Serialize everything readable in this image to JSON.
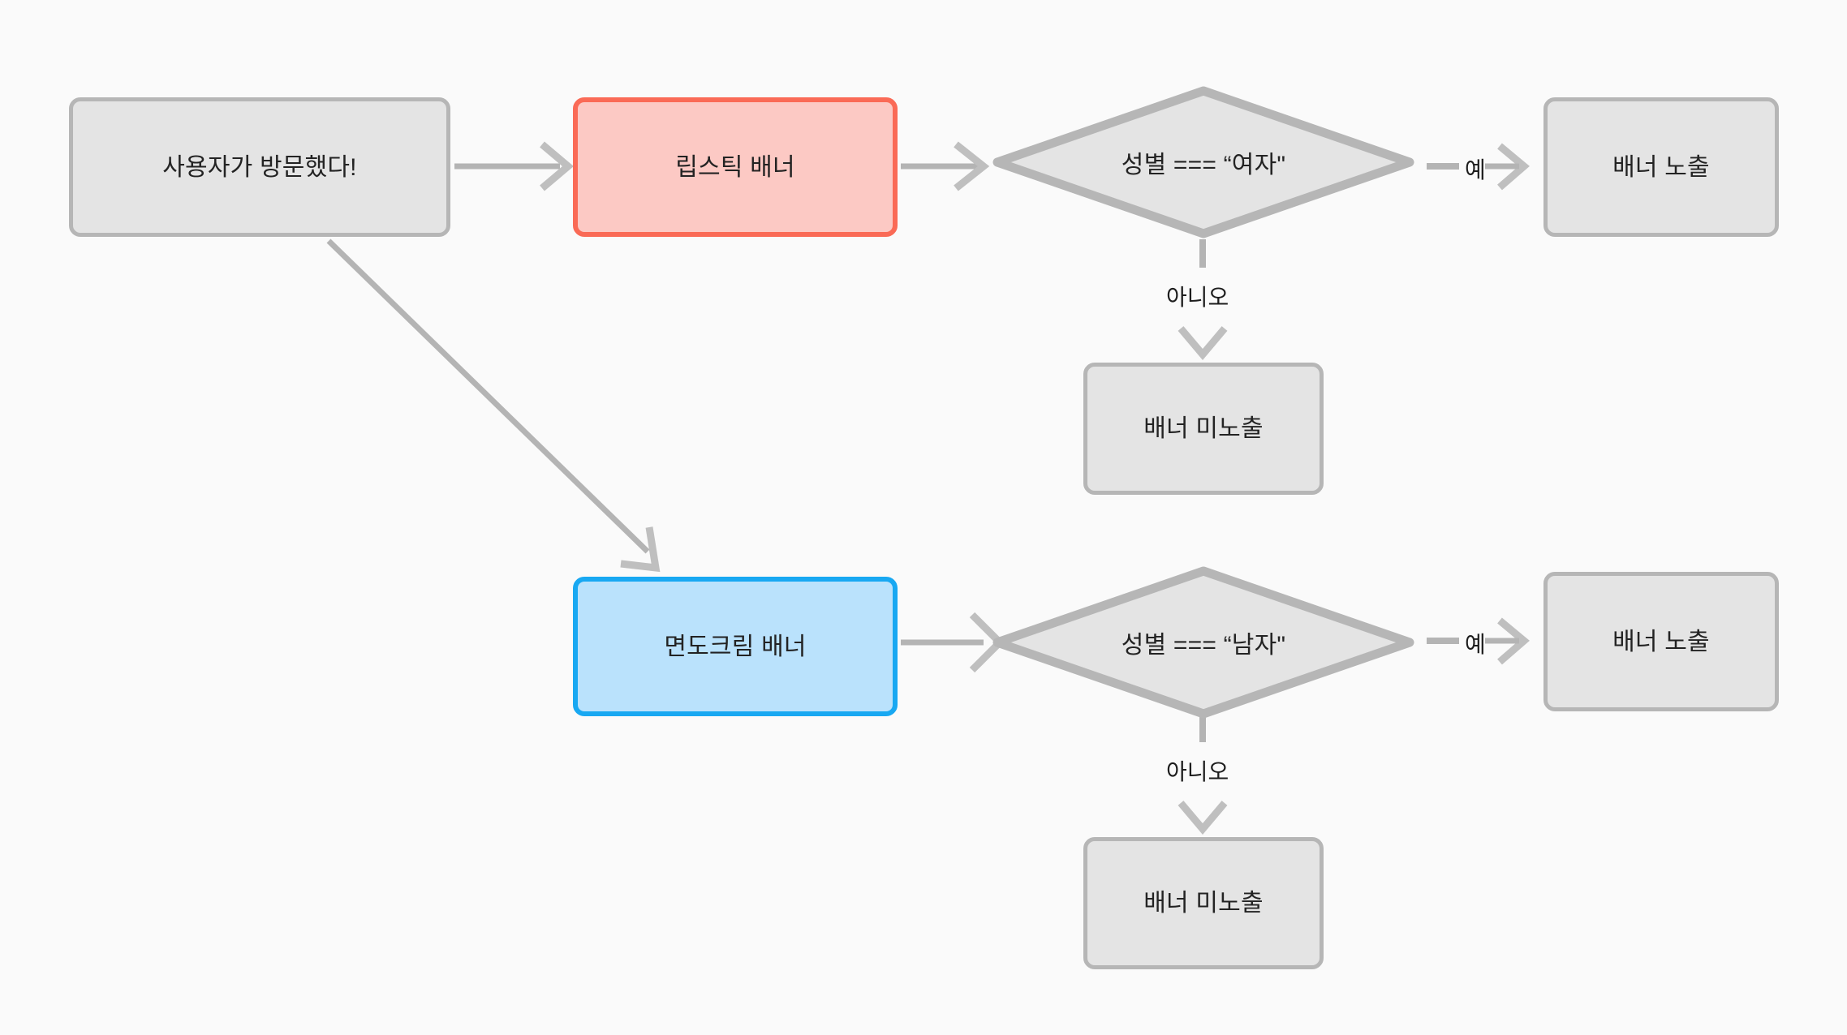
{
  "diagram": {
    "type": "flowchart",
    "background_color": "#fafafa",
    "direction": "left-to-right with vertical no-branches",
    "nodes": {
      "start": {
        "label": "사용자가 방문했다!",
        "shape": "rounded-rect",
        "fill": "#e4e4e4",
        "stroke": "#b6b6b6"
      },
      "lipstick_banner": {
        "label": "립스틱 배너",
        "shape": "rounded-rect",
        "fill": "#fcc9c4",
        "stroke": "#fa6a56"
      },
      "shave_banner": {
        "label": "면도크림 배너",
        "shape": "rounded-rect",
        "fill": "#bae2fc",
        "stroke": "#18a8f2"
      },
      "decision_female": {
        "label": "성별 === “여자\"",
        "shape": "diamond",
        "fill": "#e4e4e4",
        "stroke": "#b6b6b6"
      },
      "decision_male": {
        "label": "성별 === “남자\"",
        "shape": "diamond",
        "fill": "#e4e4e4",
        "stroke": "#b6b6b6"
      },
      "show_banner_female": {
        "label": "배너 노출",
        "shape": "rounded-rect",
        "fill": "#e4e4e4",
        "stroke": "#b6b6b6"
      },
      "hide_banner_female": {
        "label": "배너 미노출",
        "shape": "rounded-rect",
        "fill": "#e4e4e4",
        "stroke": "#b6b6b6"
      },
      "show_banner_male": {
        "label": "배너 노출",
        "shape": "rounded-rect",
        "fill": "#e4e4e4",
        "stroke": "#b6b6b6"
      },
      "hide_banner_male": {
        "label": "배너 미노출",
        "shape": "rounded-rect",
        "fill": "#e4e4e4",
        "stroke": "#b6b6b6"
      }
    },
    "edge_labels": {
      "yes_female": "예",
      "no_female": "아니오",
      "yes_male": "예",
      "no_male": "아니오"
    },
    "edges": [
      {
        "from": "start",
        "to": "lipstick_banner",
        "label": ""
      },
      {
        "from": "start",
        "to": "shave_banner",
        "label": ""
      },
      {
        "from": "lipstick_banner",
        "to": "decision_female",
        "label": ""
      },
      {
        "from": "decision_female",
        "to": "show_banner_female",
        "label": "예"
      },
      {
        "from": "decision_female",
        "to": "hide_banner_female",
        "label": "아니오"
      },
      {
        "from": "shave_banner",
        "to": "decision_male",
        "label": ""
      },
      {
        "from": "decision_male",
        "to": "show_banner_male",
        "label": "예"
      },
      {
        "from": "decision_male",
        "to": "hide_banner_male",
        "label": "아니오"
      }
    ],
    "colors": {
      "edge": "#b4b4b4",
      "arrowhead": "#bfbfbf",
      "text": "#232323",
      "node_gray_fill": "#e4e4e4",
      "node_gray_stroke": "#b6b6b6",
      "node_red_fill": "#fcc9c4",
      "node_red_stroke": "#fa6a56",
      "node_blue_fill": "#bae2fc",
      "node_blue_stroke": "#18a8f2"
    }
  }
}
